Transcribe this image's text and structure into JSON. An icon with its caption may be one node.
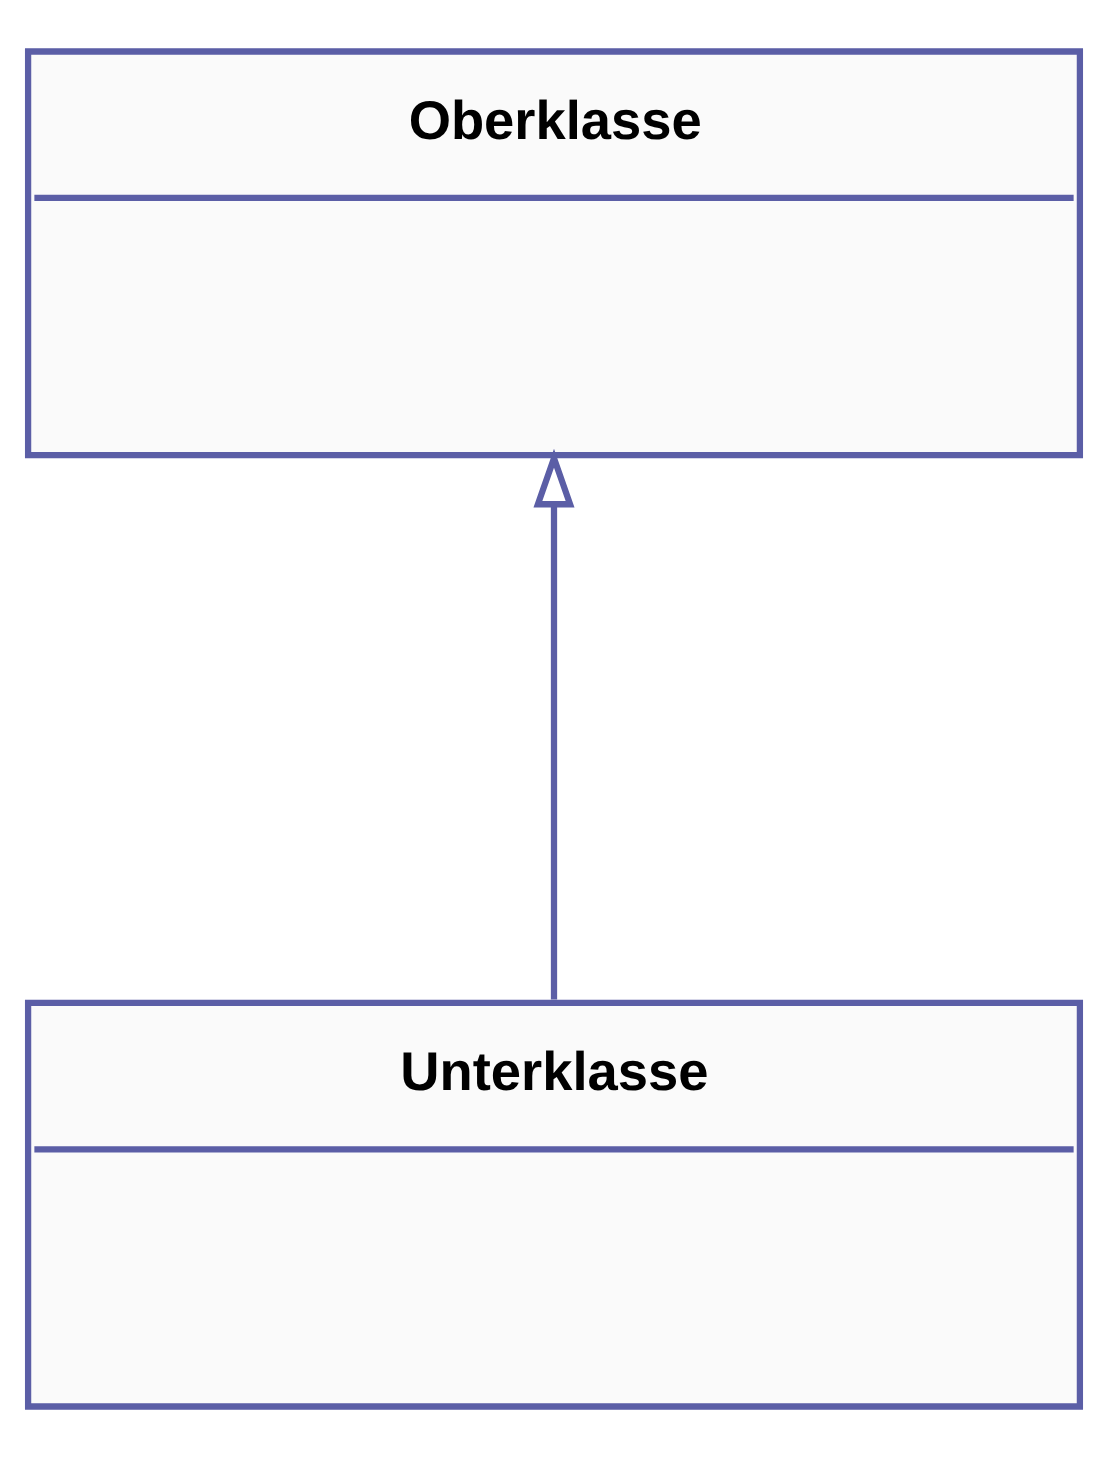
{
  "diagram": {
    "nodes": [
      {
        "text": [
          "Oberklasse"
        ]
      },
      {
        "text": [
          "Unterklasse"
        ]
      }
    ],
    "edges": [
      {
        "from": 1,
        "to": 0,
        "arrow": "to"
      }
    ]
  }
}
